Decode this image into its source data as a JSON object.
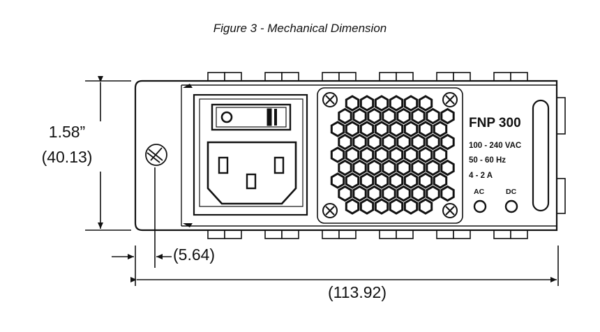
{
  "figure": {
    "caption": "Figure 3 - Mechanical Dimension"
  },
  "dimensions": {
    "height_in": "1.58”",
    "height_mm": "(40.13)",
    "offset_mm": "(5.64)",
    "width_mm": "(113.92)"
  },
  "unit_labels": {
    "model": "FNP 300",
    "voltage": "100 - 240 VAC",
    "frequency": "50 - 60 Hz",
    "current": "4 - 2 A",
    "led_ac": "AC",
    "led_dc": "DC"
  }
}
